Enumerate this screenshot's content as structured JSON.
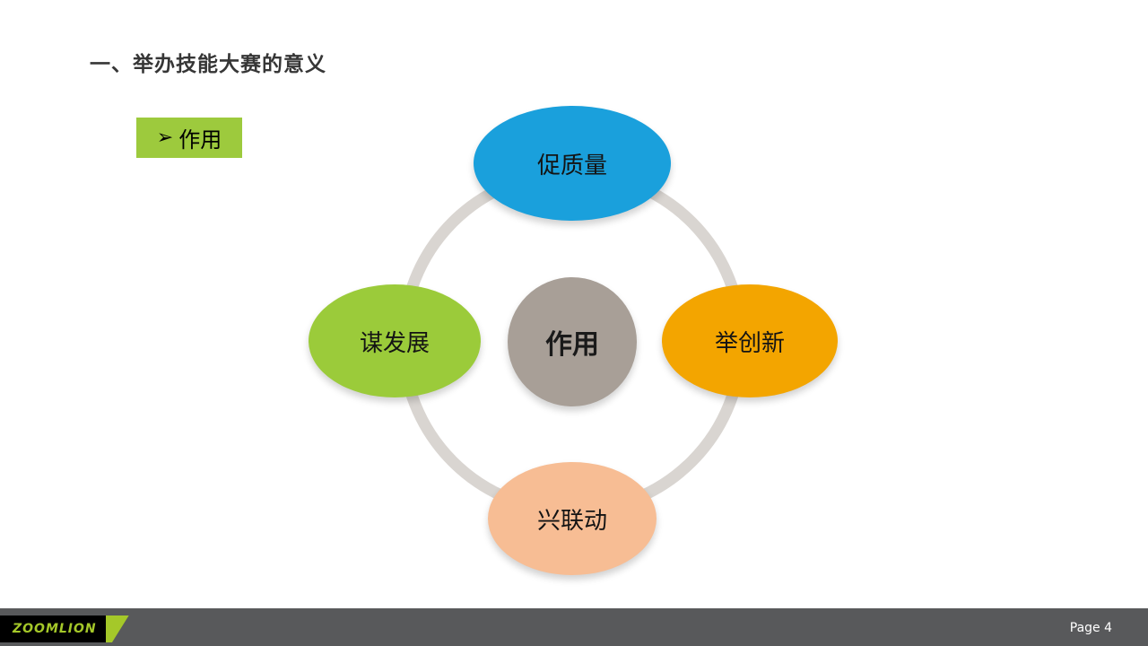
{
  "slide": {
    "title": "一、举办技能大赛的意义",
    "topic": {
      "bullet": "➢",
      "label": "作用",
      "box_color": "#9dca3d"
    }
  },
  "diagram": {
    "ring_color": "#d9d5d1",
    "center": {
      "label": "作用",
      "color": "#a89f97"
    },
    "nodes": [
      {
        "position": "top",
        "label": "促质量",
        "color": "#1aa0dc"
      },
      {
        "position": "left",
        "label": "谋发展",
        "color": "#9bcb3a"
      },
      {
        "position": "right",
        "label": "举创新",
        "color": "#f3a500"
      },
      {
        "position": "bottom",
        "label": "兴联动",
        "color": "#f7bd94"
      }
    ]
  },
  "footer": {
    "bar_color": "#58595b",
    "logo_text": "ZOOMLION",
    "logo_green": "#a5c829",
    "page_label": "Page 4"
  }
}
